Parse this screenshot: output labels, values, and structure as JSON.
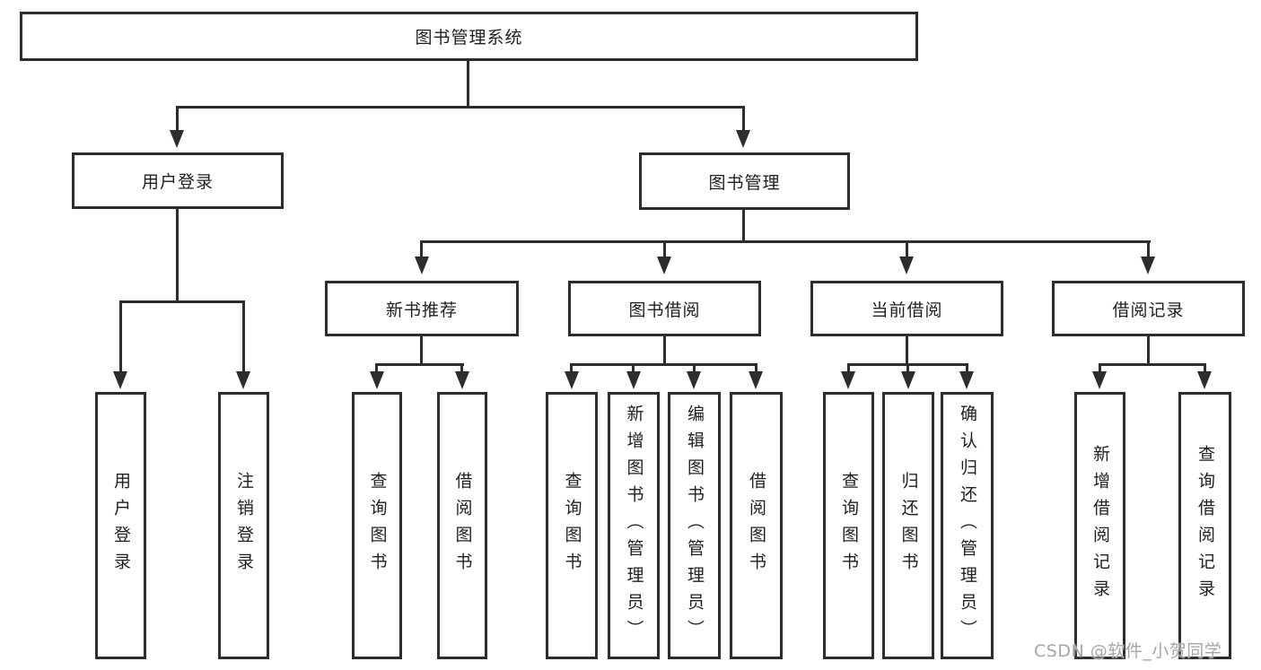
{
  "colors": {
    "line": "#2d2d2d",
    "text": "#1f1f1f",
    "watermark": "#a6a6a6",
    "background": "#ffffff"
  },
  "watermark": {
    "text": "CSDN @软件_小贺同学"
  },
  "tree": {
    "label": "图书管理系统",
    "children": [
      {
        "label": "用户登录",
        "children": [
          {
            "label": "用户登录"
          },
          {
            "label": "注销登录"
          }
        ]
      },
      {
        "label": "图书管理",
        "children": [
          {
            "label": "新书推荐",
            "children": [
              {
                "label": "查询图书"
              },
              {
                "label": "借阅图书"
              }
            ]
          },
          {
            "label": "图书借阅",
            "children": [
              {
                "label": "查询图书"
              },
              {
                "label": "新增图书（管理员）"
              },
              {
                "label": "编辑图书（管理员）"
              },
              {
                "label": "借阅图书"
              }
            ]
          },
          {
            "label": "当前借阅",
            "children": [
              {
                "label": "查询图书"
              },
              {
                "label": "归还图书"
              },
              {
                "label": "确认归还（管理员）"
              }
            ]
          },
          {
            "label": "借阅记录",
            "children": [
              {
                "label": "新增借阅记录"
              },
              {
                "label": "查询借阅记录"
              }
            ]
          }
        ]
      }
    ]
  }
}
